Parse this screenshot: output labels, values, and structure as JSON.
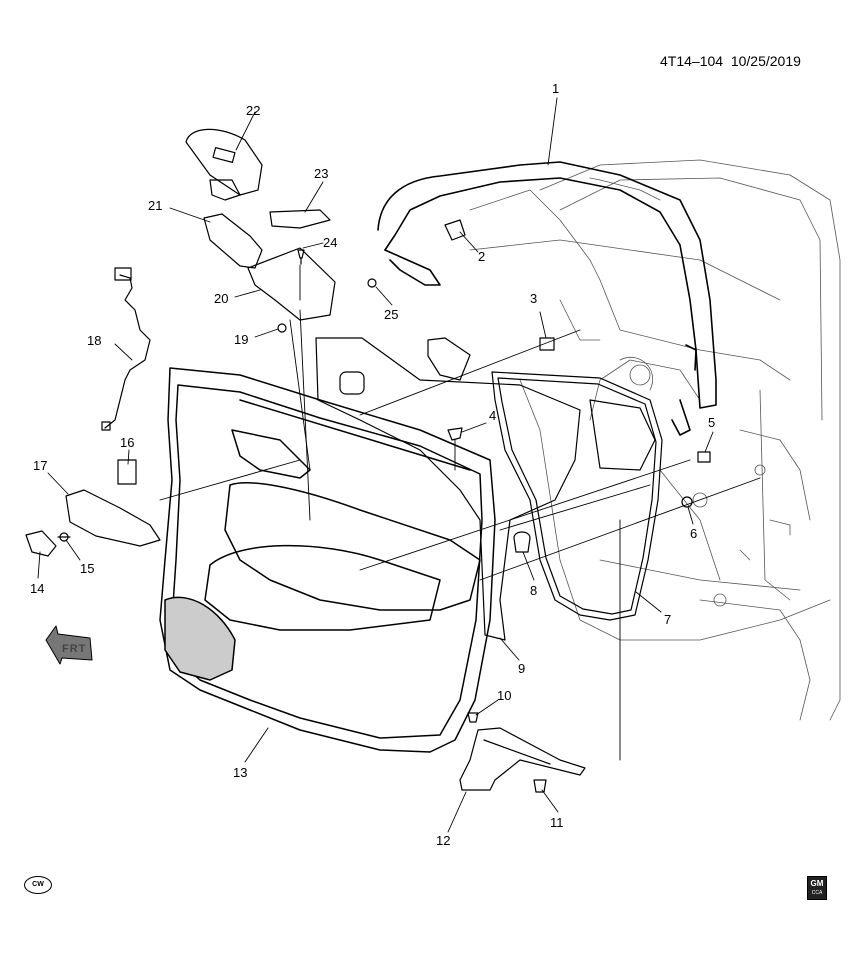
{
  "document": {
    "ref_number": "4T14–104",
    "date": "10/25/2019"
  },
  "badges": {
    "cw": "CW",
    "gm": "GM",
    "gm_sub": "CCA"
  },
  "direction_indicator": {
    "label": "FRT",
    "icon": "front-arrow-icon"
  },
  "callouts": [
    "1",
    "2",
    "3",
    "4",
    "5",
    "6",
    "7",
    "8",
    "9",
    "10",
    "11",
    "12",
    "13",
    "14",
    "15",
    "16",
    "17",
    "18",
    "19",
    "20",
    "21",
    "22",
    "23",
    "24",
    "25"
  ]
}
